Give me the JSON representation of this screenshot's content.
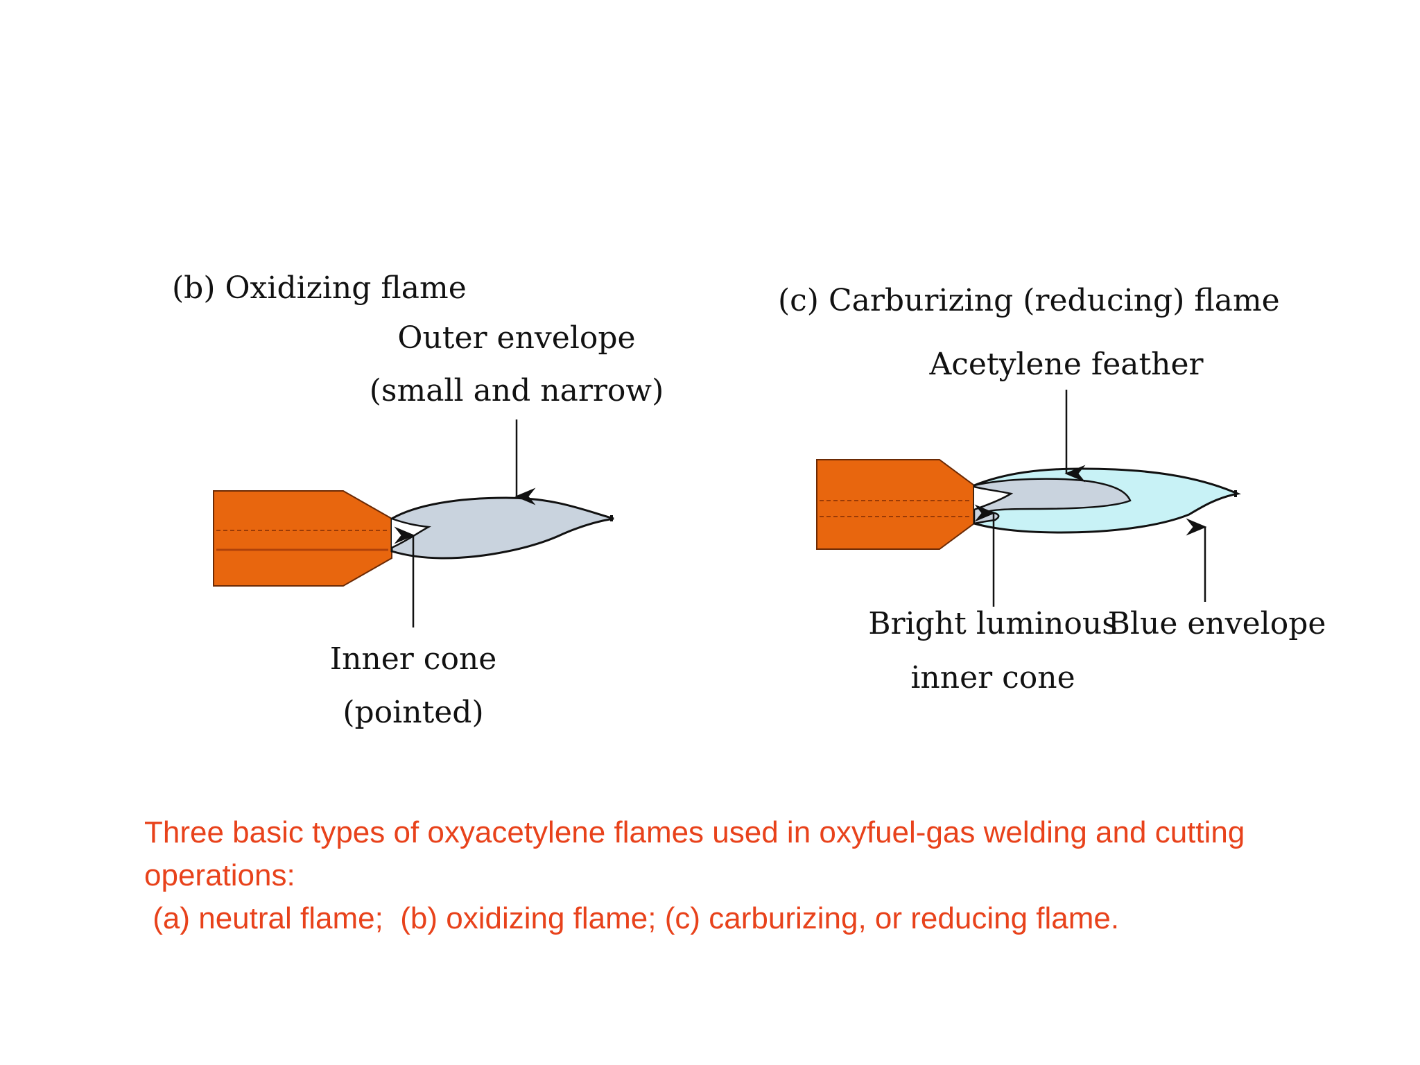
{
  "panels": [
    {
      "title": "(b) Oxidizing flame",
      "labels": {
        "outer_line1": "Outer envelope",
        "outer_line2": "(small and narrow)",
        "inner_line1": "Inner cone",
        "inner_line2": "(pointed)"
      }
    },
    {
      "title": "(c) Carburizing (reducing) flame",
      "labels": {
        "feather": "Acetylene feather",
        "bright_line1": "Bright luminous",
        "bright_line2": "inner cone",
        "blue": "Blue envelope"
      }
    }
  ],
  "caption": {
    "line1": "Three basic types of oxyacetylene flames used in oxyfuel-gas welding and cutting",
    "line2": "operations:",
    "line3": " (a) neutral flame;  (b) oxidizing flame; (c) carburizing, or reducing flame."
  },
  "colors": {
    "torch": "#e8660e",
    "flame_gray": "#c9d3de",
    "flame_blue": "#c8f2f6",
    "caption": "#e8421b"
  }
}
